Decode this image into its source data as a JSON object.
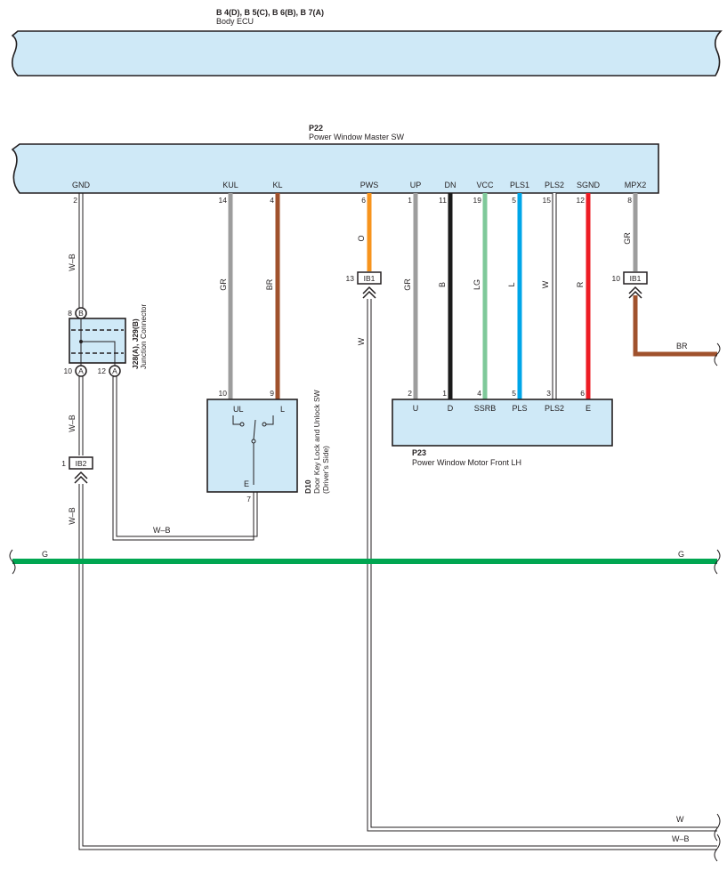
{
  "colors": {
    "module_fill": "#cfe9f7",
    "GR": "#9d9d9d",
    "BR": "#a0522d",
    "O": "#f7941d",
    "B": "#1a1a1a",
    "LG": "#7fc99a",
    "L": "#00a6e8",
    "R": "#ed1c24",
    "G": "#00a651",
    "W": "#ffffff"
  },
  "body_ecu": {
    "code": "B 4(D), B 5(C), B 6(B), B 7(A)",
    "name": "Body ECU"
  },
  "master_sw": {
    "code": "P22",
    "name": "Power Window Master SW",
    "terminals": [
      {
        "label": "GND",
        "pin": "2"
      },
      {
        "label": "KUL",
        "pin": "14"
      },
      {
        "label": "KL",
        "pin": "4"
      },
      {
        "label": "PWS",
        "pin": "6"
      },
      {
        "label": "UP",
        "pin": "1"
      },
      {
        "label": "DN",
        "pin": "11"
      },
      {
        "label": "VCC",
        "pin": "19"
      },
      {
        "label": "PLS1",
        "pin": "5"
      },
      {
        "label": "PLS2",
        "pin": "15"
      },
      {
        "label": "SGND",
        "pin": "12"
      },
      {
        "label": "MPX2",
        "pin": "8"
      }
    ]
  },
  "junction": {
    "code": "J28(A), J29(B)",
    "name": "Junction Connector",
    "pin_b": "8",
    "pin_b_letter": "B",
    "pin_a1": "10",
    "pin_a1_letter": "A",
    "pin_a2": "12",
    "pin_a2_letter": "A"
  },
  "door_key_sw": {
    "code": "D10",
    "name": "Door Key Lock and Unlock SW",
    "side": "(Driver’s Side)",
    "terminals": [
      "UL",
      "L",
      "E"
    ],
    "pins": [
      "10",
      "9",
      "7"
    ]
  },
  "motor": {
    "code": "P23",
    "name": "Power Window Motor Front LH",
    "terminals": [
      {
        "label": "U",
        "pin": "2"
      },
      {
        "label": "D",
        "pin": "1"
      },
      {
        "label": "SSRB",
        "pin": "4"
      },
      {
        "label": "PLS",
        "pin": "5"
      },
      {
        "label": "PLS2",
        "pin": "3"
      },
      {
        "label": "E",
        "pin": "6"
      }
    ]
  },
  "connectors": {
    "ib1_a": {
      "name": "IB1",
      "pin": "13"
    },
    "ib1_b": {
      "name": "IB1",
      "pin": "10"
    },
    "ib2": {
      "name": "IB2",
      "pin": "1"
    }
  },
  "wires": {
    "gnd_top": "W–B",
    "kul": "GR",
    "kl": "BR",
    "pws": "O",
    "pws_lower": "W",
    "up": "GR",
    "dn": "B",
    "vcc": "LG",
    "pls1": "L",
    "pls2": "W",
    "sgnd": "R",
    "mpx2": "GR",
    "mpx2_out": "BR",
    "gnd_mid": "W–B",
    "gnd_low": "W–B",
    "key_e": "W–B",
    "bus_left": "G",
    "bus_right": "G",
    "bottom_w": "W",
    "bottom_wb": "W–B"
  }
}
